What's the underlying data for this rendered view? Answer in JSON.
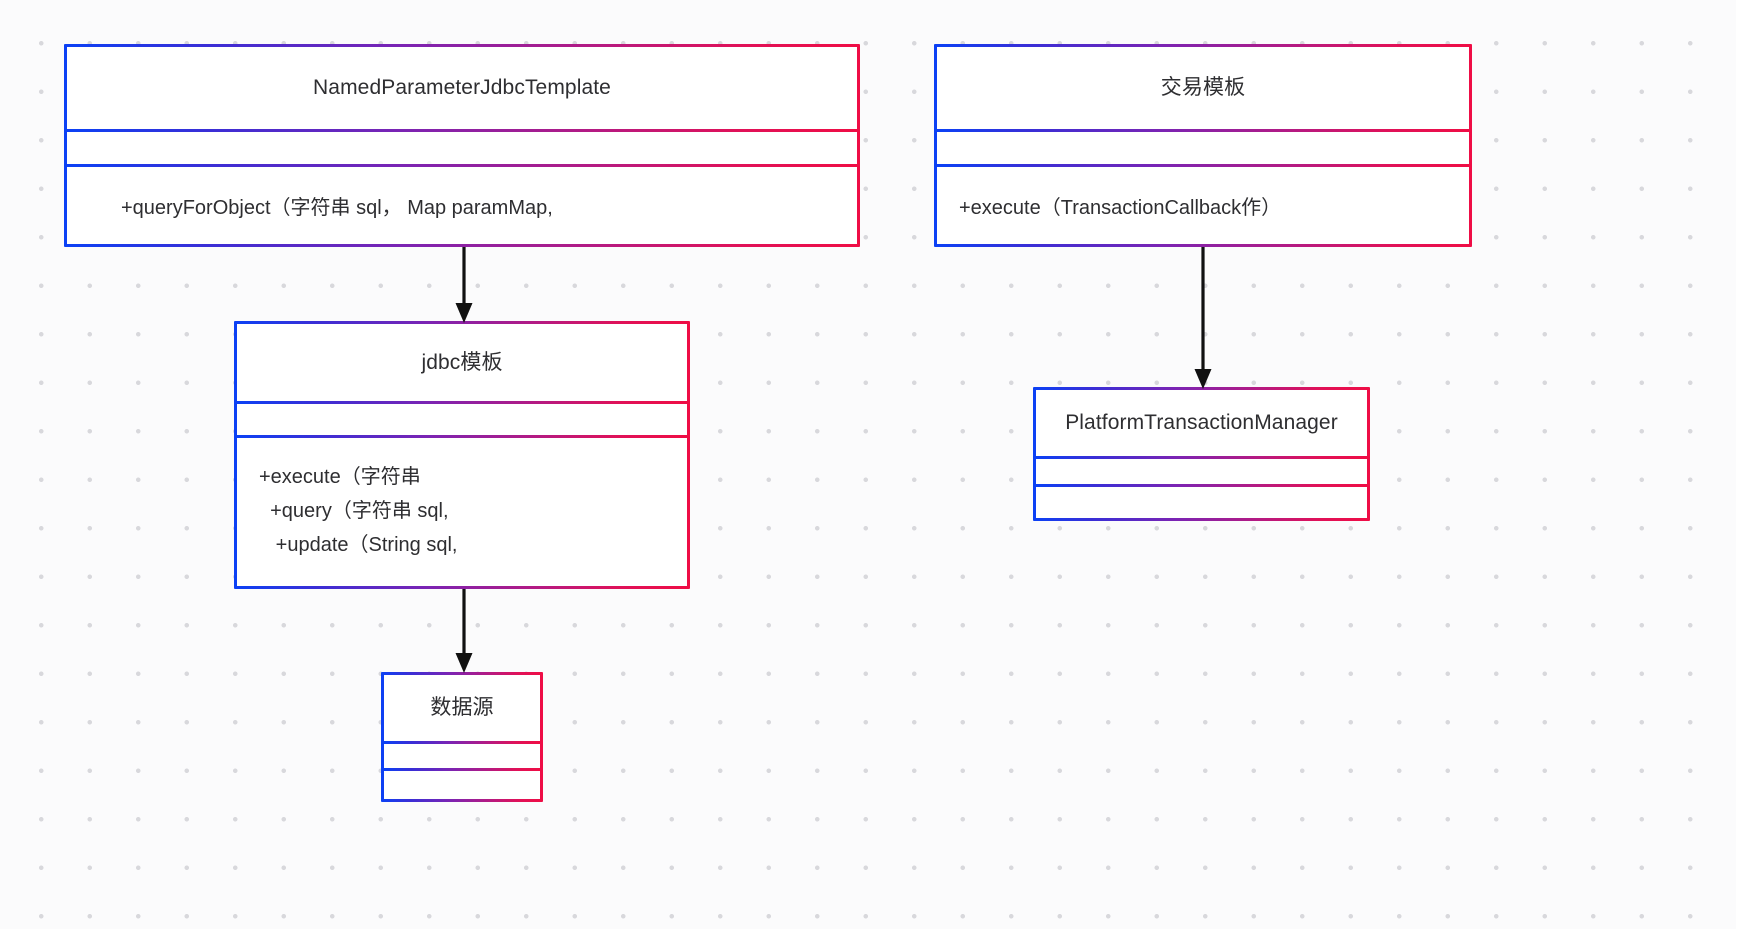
{
  "diagram": {
    "title": "Spring JDBC and Transaction class diagram",
    "type": "uml-class-diagram",
    "palette": {
      "border_start": "#0b41f5",
      "border_end": "#ef0d45",
      "canvas_bg": "#fbfbfc",
      "dot_color": "#d8d8dc",
      "box_fill": "#ffffff",
      "text": "#2e2e31",
      "arrow": "#111111"
    }
  },
  "boxes": {
    "named_parameter_jdbc_template": {
      "name": "NamedParameterJdbcTemplate",
      "title": "NamedParameterJdbcTemplate",
      "attributes_text": "",
      "methods": [
        "+queryForObject（字符串 sql， Map paramMap,"
      ]
    },
    "transaction_template": {
      "name": "TransactionTemplate",
      "title": "交易模板",
      "attributes_text": "",
      "methods": [
        "+execute（TransactionCallback作）"
      ]
    },
    "jdbc_template": {
      "name": "JdbcTemplate",
      "title": "jdbc模板",
      "attributes_text": "",
      "methods": [
        "+execute（字符串",
        "  +query（字符串 sql,",
        "   +update（String sql,"
      ]
    },
    "platform_transaction_manager": {
      "name": "PlatformTransactionManager",
      "title": "PlatformTransactionManager",
      "attributes_text": "",
      "methods_text": ""
    },
    "data_source": {
      "name": "DataSource",
      "title": "数据源",
      "attributes_text": "",
      "methods_text": ""
    }
  },
  "connections": [
    {
      "id": "npjt-to-jdbc",
      "from": "NamedParameterJdbcTemplate",
      "to": "jdbc模板",
      "style": "solid-arrow",
      "label": ""
    },
    {
      "id": "jdbc-to-datasource",
      "from": "jdbc模板",
      "to": "数据源",
      "style": "solid-arrow",
      "label": ""
    },
    {
      "id": "txtemplate-to-ptm",
      "from": "交易模板",
      "to": "PlatformTransactionManager",
      "style": "solid-arrow",
      "label": ""
    }
  ]
}
